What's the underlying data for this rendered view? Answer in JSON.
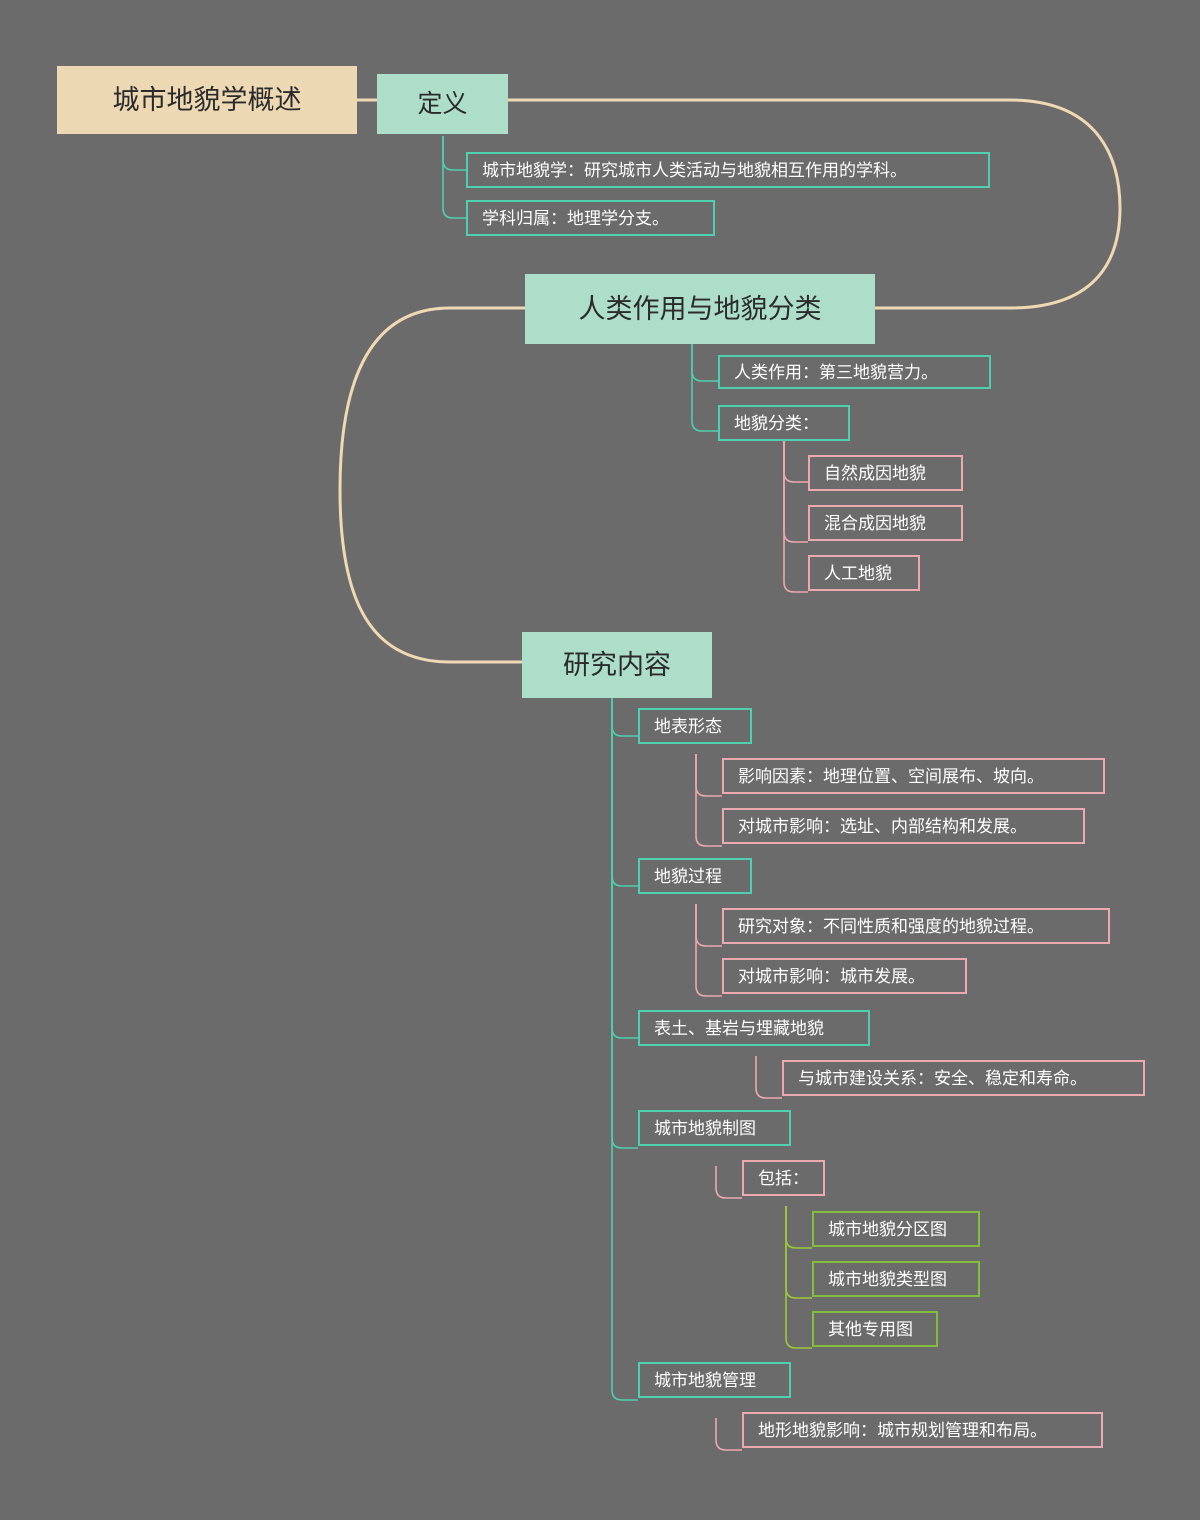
{
  "diagram": {
    "type": "mindmap",
    "background_color": "#6b6b6b",
    "palette": {
      "root_fill": "#edd8b4",
      "branch_fill": "#addeca",
      "teal_border": "#4ecfae",
      "pink_border": "#eba9b2",
      "green_border": "#82bd3c",
      "root_link": "#efd9b4",
      "text_light": "#ffffff",
      "text_dark": "#2b2b2b"
    },
    "root": {
      "label": "城市地貌学概述"
    },
    "branches": [
      {
        "label": "定义",
        "children": [
          {
            "label": "城市地貌学：研究城市人类活动与地貌相互作用的学科。",
            "style": "teal"
          },
          {
            "label": "学科归属：地理学分支。",
            "style": "teal"
          }
        ]
      },
      {
        "label": "人类作用与地貌分类",
        "children": [
          {
            "label": "人类作用：第三地貌营力。",
            "style": "teal"
          },
          {
            "label": "地貌分类：",
            "style": "teal",
            "children": [
              {
                "label": "自然成因地貌",
                "style": "pink"
              },
              {
                "label": "混合成因地貌",
                "style": "pink"
              },
              {
                "label": "人工地貌",
                "style": "pink"
              }
            ]
          }
        ]
      },
      {
        "label": "研究内容",
        "children": [
          {
            "label": "地表形态",
            "style": "teal",
            "children": [
              {
                "label": "影响因素：地理位置、空间展布、坡向。",
                "style": "pink"
              },
              {
                "label": "对城市影响：选址、内部结构和发展。",
                "style": "pink"
              }
            ]
          },
          {
            "label": "地貌过程",
            "style": "teal",
            "children": [
              {
                "label": "研究对象：不同性质和强度的地貌过程。",
                "style": "pink"
              },
              {
                "label": "对城市影响：城市发展。",
                "style": "pink"
              }
            ]
          },
          {
            "label": "表土、基岩与埋藏地貌",
            "style": "teal",
            "children": [
              {
                "label": "与城市建设关系：安全、稳定和寿命。",
                "style": "pink"
              }
            ]
          },
          {
            "label": "城市地貌制图",
            "style": "teal",
            "children": [
              {
                "label": "包括：",
                "style": "pink",
                "children": [
                  {
                    "label": "城市地貌分区图",
                    "style": "green"
                  },
                  {
                    "label": "城市地貌类型图",
                    "style": "green"
                  },
                  {
                    "label": "其他专用图",
                    "style": "green"
                  }
                ]
              }
            ]
          },
          {
            "label": "城市地貌管理",
            "style": "teal",
            "children": [
              {
                "label": "地形地貌影响：城市规划管理和布局。",
                "style": "pink"
              }
            ]
          }
        ]
      }
    ]
  }
}
